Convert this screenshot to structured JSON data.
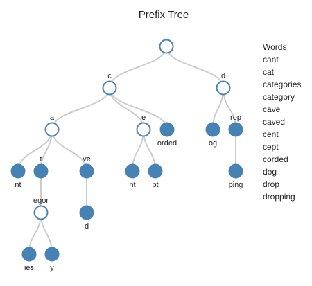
{
  "title": "Prefix Tree",
  "colors": {
    "node_fill": "#4682b4",
    "node_stroke": "#4682b4",
    "hollow_fill": "#ffffff",
    "link": "#cccccc"
  },
  "words_panel": {
    "header": "Words",
    "items": [
      "cant",
      "cat",
      "categories",
      "category",
      "cave",
      "caved",
      "cent",
      "cept",
      "corded",
      "dog",
      "drop",
      "dropping"
    ]
  },
  "tree": {
    "nodes": [
      {
        "id": "root",
        "label": "",
        "parent": null,
        "terminal": false
      },
      {
        "id": "c",
        "label": "c",
        "parent": "root",
        "terminal": false
      },
      {
        "id": "d",
        "label": "d",
        "parent": "root",
        "terminal": false
      },
      {
        "id": "a",
        "label": "a",
        "parent": "c",
        "terminal": false
      },
      {
        "id": "e",
        "label": "e",
        "parent": "c",
        "terminal": false
      },
      {
        "id": "orded",
        "label": "orded",
        "parent": "c",
        "terminal": true
      },
      {
        "id": "og",
        "label": "og",
        "parent": "d",
        "terminal": true
      },
      {
        "id": "rop",
        "label": "rop",
        "parent": "d",
        "terminal": true
      },
      {
        "id": "nt_a",
        "label": "nt",
        "parent": "a",
        "terminal": true
      },
      {
        "id": "t",
        "label": "t",
        "parent": "a",
        "terminal": true
      },
      {
        "id": "ve",
        "label": "ve",
        "parent": "a",
        "terminal": true
      },
      {
        "id": "nt_e",
        "label": "nt",
        "parent": "e",
        "terminal": true
      },
      {
        "id": "pt",
        "label": "pt",
        "parent": "e",
        "terminal": true
      },
      {
        "id": "ping",
        "label": "ping",
        "parent": "rop",
        "terminal": true
      },
      {
        "id": "egor",
        "label": "egor",
        "parent": "t",
        "terminal": false
      },
      {
        "id": "d_ve",
        "label": "d",
        "parent": "ve",
        "terminal": true
      },
      {
        "id": "ies",
        "label": "ies",
        "parent": "egor",
        "terminal": true
      },
      {
        "id": "y",
        "label": "y",
        "parent": "egor",
        "terminal": true
      }
    ]
  }
}
